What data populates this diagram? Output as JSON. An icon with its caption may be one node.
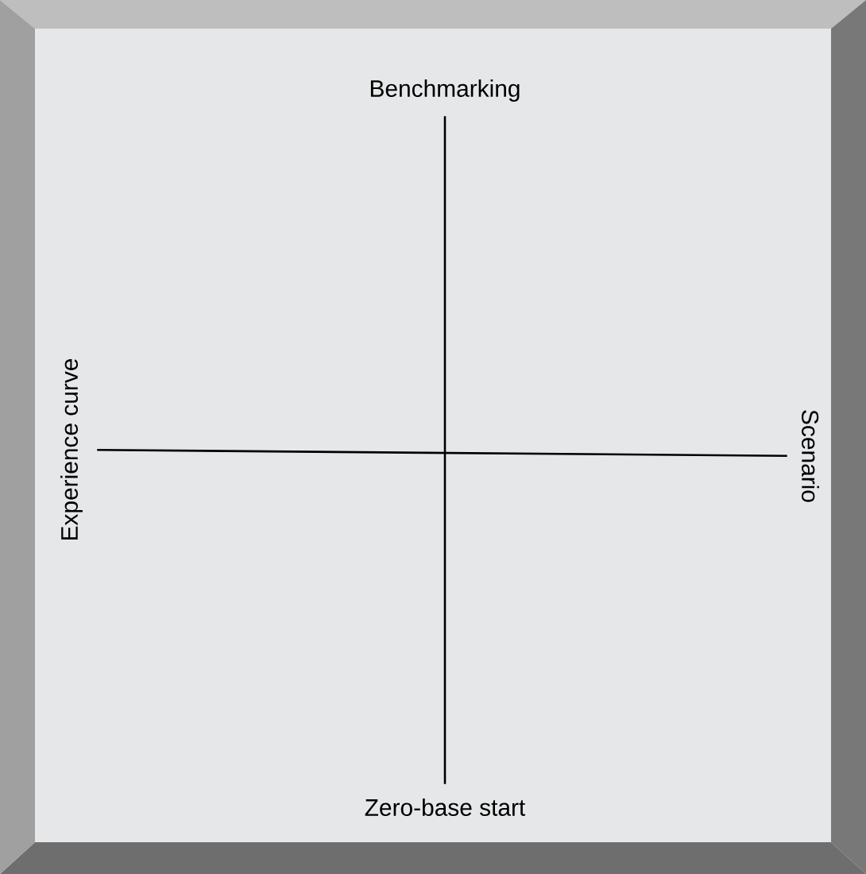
{
  "diagram": {
    "nodes": [
      {
        "text": [
          "Benchmarking"
        ]
      },
      {
        "text": [
          "Experience curve"
        ]
      },
      {
        "text": [
          "Scenario"
        ]
      },
      {
        "text": [
          "Zero-base start"
        ]
      }
    ],
    "edges": [
      {
        "from": 0,
        "to": 3,
        "arrow": "none"
      },
      {
        "from": 1,
        "to": 2,
        "arrow": "none"
      }
    ]
  }
}
